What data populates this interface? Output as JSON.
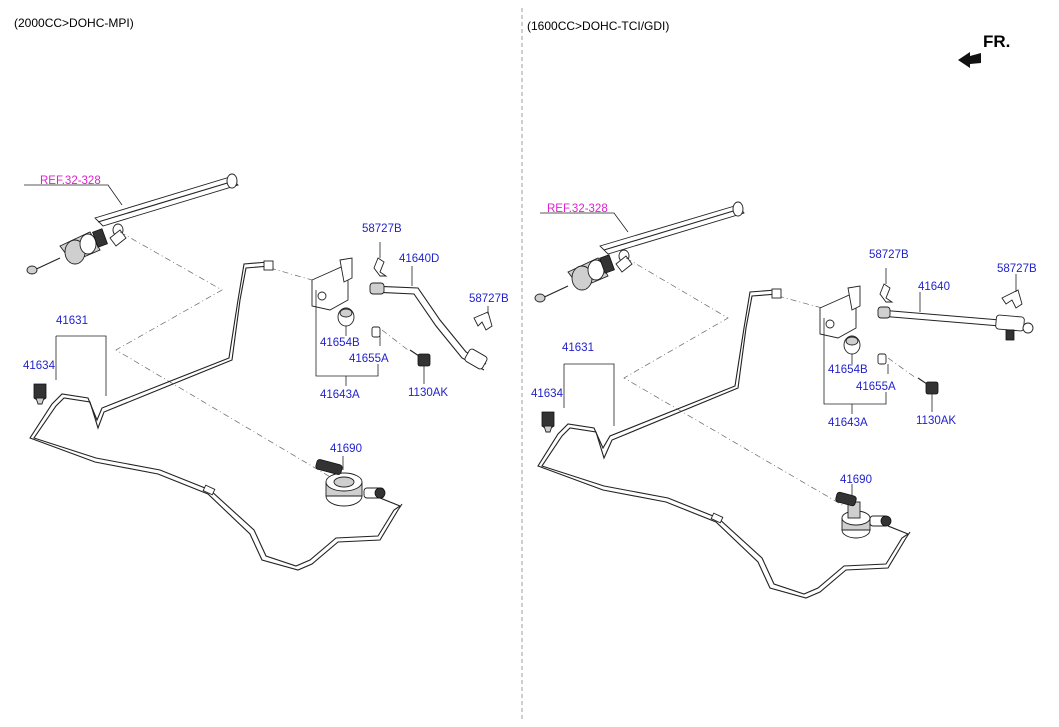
{
  "headers": {
    "left": "(2000CC>DOHC-MPI)",
    "right": "(1600CC>DOHC-TCI/GDI)"
  },
  "direction": {
    "label": "FR."
  },
  "left": {
    "ref": "REF.32-328",
    "p58727b_a": "58727B",
    "p41640d": "41640D",
    "p58727b_b": "58727B",
    "p41631": "41631",
    "p41634": "41634",
    "p41654b": "41654B",
    "p41655a": "41655A",
    "p41643a": "41643A",
    "p1130ak": "1130AK",
    "p41690": "41690"
  },
  "right": {
    "ref": "REF.32-328",
    "p58727b_a": "58727B",
    "p41640": "41640",
    "p58727b_b": "58727B",
    "p41631": "41631",
    "p41634": "41634",
    "p41654b": "41654B",
    "p41655a": "41655A",
    "p41643a": "41643A",
    "p1130ak": "1130AK",
    "p41690": "41690"
  },
  "colors": {
    "part_number": "#2222cc",
    "reference": "#e020d0",
    "linework": "#222222"
  }
}
